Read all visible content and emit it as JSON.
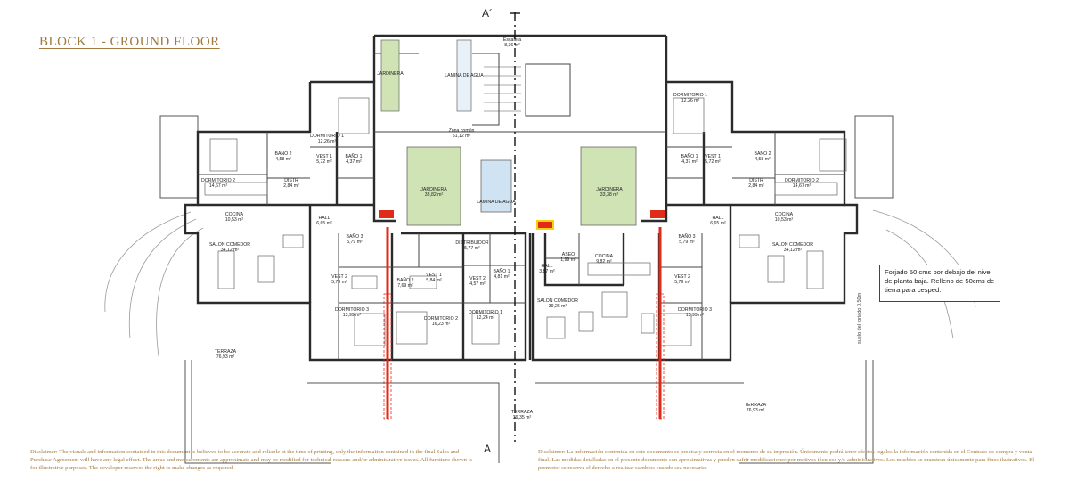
{
  "page": {
    "title": "BLOCK 1 - GROUND FLOOR",
    "section_top": "A´",
    "section_bottom": "A"
  },
  "note": "Forjado 50 cms por debajo del nivel de planta baja. Relleno de 50cms de tierra para cesped.",
  "colors": {
    "accent": "#a07a3e",
    "garden": "#cfe3b5",
    "pool": "#cfe3f3",
    "line": "#333333",
    "red": "#e02a1a"
  },
  "rooms": {
    "escalera": {
      "name": "Escalera",
      "area": "8,36 m²"
    },
    "zona_comun": {
      "name": "Zona común",
      "area": "51,12 m²"
    },
    "jardinera_top": {
      "name": "JARDINERA"
    },
    "lamina_top": {
      "name": "LAMINA DE AGUA"
    },
    "jardinera_l": {
      "name": "JARDINERA",
      "area": "38,82 m²"
    },
    "lamina_c": {
      "name": "LAMINA DE AGUA"
    },
    "jardinera_r": {
      "name": "JARDINERA",
      "area": "33,38 m²"
    },
    "distribuidor": {
      "name": "DISTRIBUIDOR",
      "area": "5,77 m²"
    },
    "terraza_c": {
      "name": "TERRAZA",
      "area": "39,35 m²"
    },
    "left": {
      "dorm1": {
        "name": "DORMITORIO 1",
        "area": "12,26 m²"
      },
      "dorm2": {
        "name": "DORMITORIO 2",
        "area": "14,67 m²"
      },
      "dorm3": {
        "name": "DORMITORIO 3",
        "area": "13,99 m²"
      },
      "bano1": {
        "name": "BAÑO 1",
        "area": "4,37 m²"
      },
      "bano2": {
        "name": "BAÑO 2",
        "area": "4,58 m²"
      },
      "bano3": {
        "name": "BAÑO 3",
        "area": "5,79 m²"
      },
      "vest1": {
        "name": "VEST 1",
        "area": "5,72 m²"
      },
      "distr": {
        "name": "DISTR",
        "area": "2,84 m²"
      },
      "cocina": {
        "name": "COCINA",
        "area": "10,53 m²"
      },
      "hall": {
        "name": "HALL",
        "area": "6,65 m²"
      },
      "salon": {
        "name": "SALON COMEDOR",
        "area": "34,12 m²"
      },
      "vest2": {
        "name": "VEST 2",
        "area": "5,79 m²"
      },
      "terraza": {
        "name": "TERRAZA",
        "area": "76,93 m²"
      }
    },
    "center": {
      "bano2": {
        "name": "BAÑO 2",
        "area": "7,69 m²"
      },
      "vest1": {
        "name": "VEST 1",
        "area": "5,84 m²"
      },
      "vest2": {
        "name": "VEST 2",
        "area": "4,57 m²"
      },
      "bano1": {
        "name": "BAÑO 1",
        "area": "4,81 m²"
      },
      "dorm2": {
        "name": "DORMITORIO 2",
        "area": "16,23 m²"
      },
      "dorm1": {
        "name": "DORMITORIO 1",
        "area": "12,24 m²"
      },
      "hall": {
        "name": "HALL",
        "area": "3,87 m²"
      },
      "aseo": {
        "name": "ASEO",
        "area": "1,99 m²"
      },
      "cocina": {
        "name": "COCINA",
        "area": "9,82 m²"
      },
      "salon": {
        "name": "SALON COMEDOR",
        "area": "39,26 m²"
      }
    },
    "right": {
      "dorm1": {
        "name": "DORMITORIO 1",
        "area": "12,26 m²"
      },
      "dorm2": {
        "name": "DORMITORIO 2",
        "area": "14,67 m²"
      },
      "dorm3": {
        "name": "DORMITORIO 3",
        "area": "13,99 m²"
      },
      "bano1": {
        "name": "BAÑO 1",
        "area": "4,37 m²"
      },
      "bano2": {
        "name": "BAÑO 2",
        "area": "4,58 m²"
      },
      "bano3": {
        "name": "BAÑO 3",
        "area": "5,79 m²"
      },
      "vest1": {
        "name": "VEST 1",
        "area": "5,72 m²"
      },
      "distr": {
        "name": "DISTR",
        "area": "2,84 m²"
      },
      "cocina": {
        "name": "COCINA",
        "area": "10,53 m²"
      },
      "hall": {
        "name": "HALL",
        "area": "6,65 m²"
      },
      "salon": {
        "name": "SALON COMEDOR",
        "area": "34,12 m²"
      },
      "vest2": {
        "name": "VEST 2",
        "area": "5,79 m²"
      },
      "terraza": {
        "name": "TERRAZA",
        "area": "76,93 m²"
      }
    }
  },
  "side_note": "suelo del forjado 0.50m",
  "disclaimer_en": "Disclaimer: The visuals and information contained in this document is believed to be accurate and reliable at the time of printing, only the information contained in the final Sales and Purchase Agreement will have any legal effect. The areas and measurements are approximate and may be modified for technical reasons and/or administrative issues. All furniture shown is for illustrative purposes. The developer reserves the right to make changes as required.",
  "disclaimer_es": "Disclaimer: La información contenida en este documento es precisa y correcta en el momento de su impresión. Únicamente podrá tener efectos legales la información contenida en el Contrato de compra y venta final. Las medidas detalladas en el presente documento son aproximativas y pueden sufrir modificaciones por motivos técnicos y/o administrativos. Los muebles se muestran únicamente para fines ilustrativos. El promotor se reserva el derecho a realizar cambios cuando sea necesario."
}
